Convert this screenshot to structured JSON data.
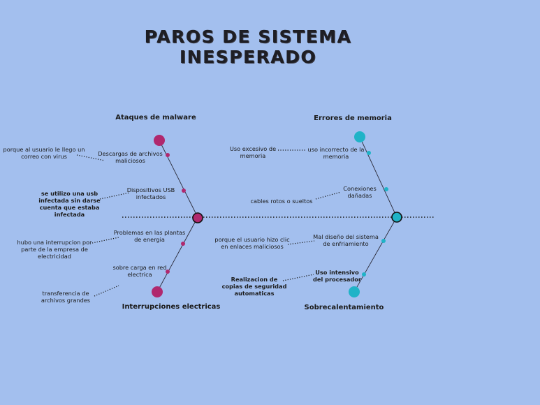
{
  "title": {
    "line1": "PAROS DE SISTEMA",
    "line2": "INESPERADO"
  },
  "colors": {
    "background": "#a3bfee",
    "magenta_node": "#b0286e",
    "cyan_node": "#1fb3c7",
    "line": "#1a1a1a"
  },
  "categories": {
    "top_left": "Ataques de malware",
    "top_right": "Errores de memoria",
    "bottom_left": "Interrupciones electricas",
    "bottom_right": "Sobrecalentamiento"
  },
  "causes": {
    "tl_1": "Descargas de archivos\nmaliciosos",
    "tl_2": "Dispositivos USB\ninfectados",
    "tr_1": "uso incorrecto de la\nmemoria",
    "tr_2": "Conexiones\ndañadas",
    "bl_1": "Problemas en las plantas\nde energia",
    "bl_2": "sobre carga en red\nelectrica",
    "br_1": "Mal diseño del sistema\nde enfriamiento",
    "br_2": "Uso intensivo\ndel procesador"
  },
  "subcauses": {
    "tl_1": "porque al usuario le llego un\ncorreo con virus",
    "tl_2": "se utilizo una usb\ninfectada sin darse\ncuenta que estaba\ninfectada",
    "tr_1": "Uso excesivo de\nmemoria",
    "tr_2": "cables rotos o sueltos",
    "bl_1": "hubo una interrupcion por\nparte de la empresa de\nelectricidad",
    "bl_2": "transferencia de\narchivos grandes",
    "br_1": "porque el usuario hizo clic\nen enlaces maliciosos",
    "br_2": "Realizacion de\ncopias de seguridad\nautomaticas"
  }
}
